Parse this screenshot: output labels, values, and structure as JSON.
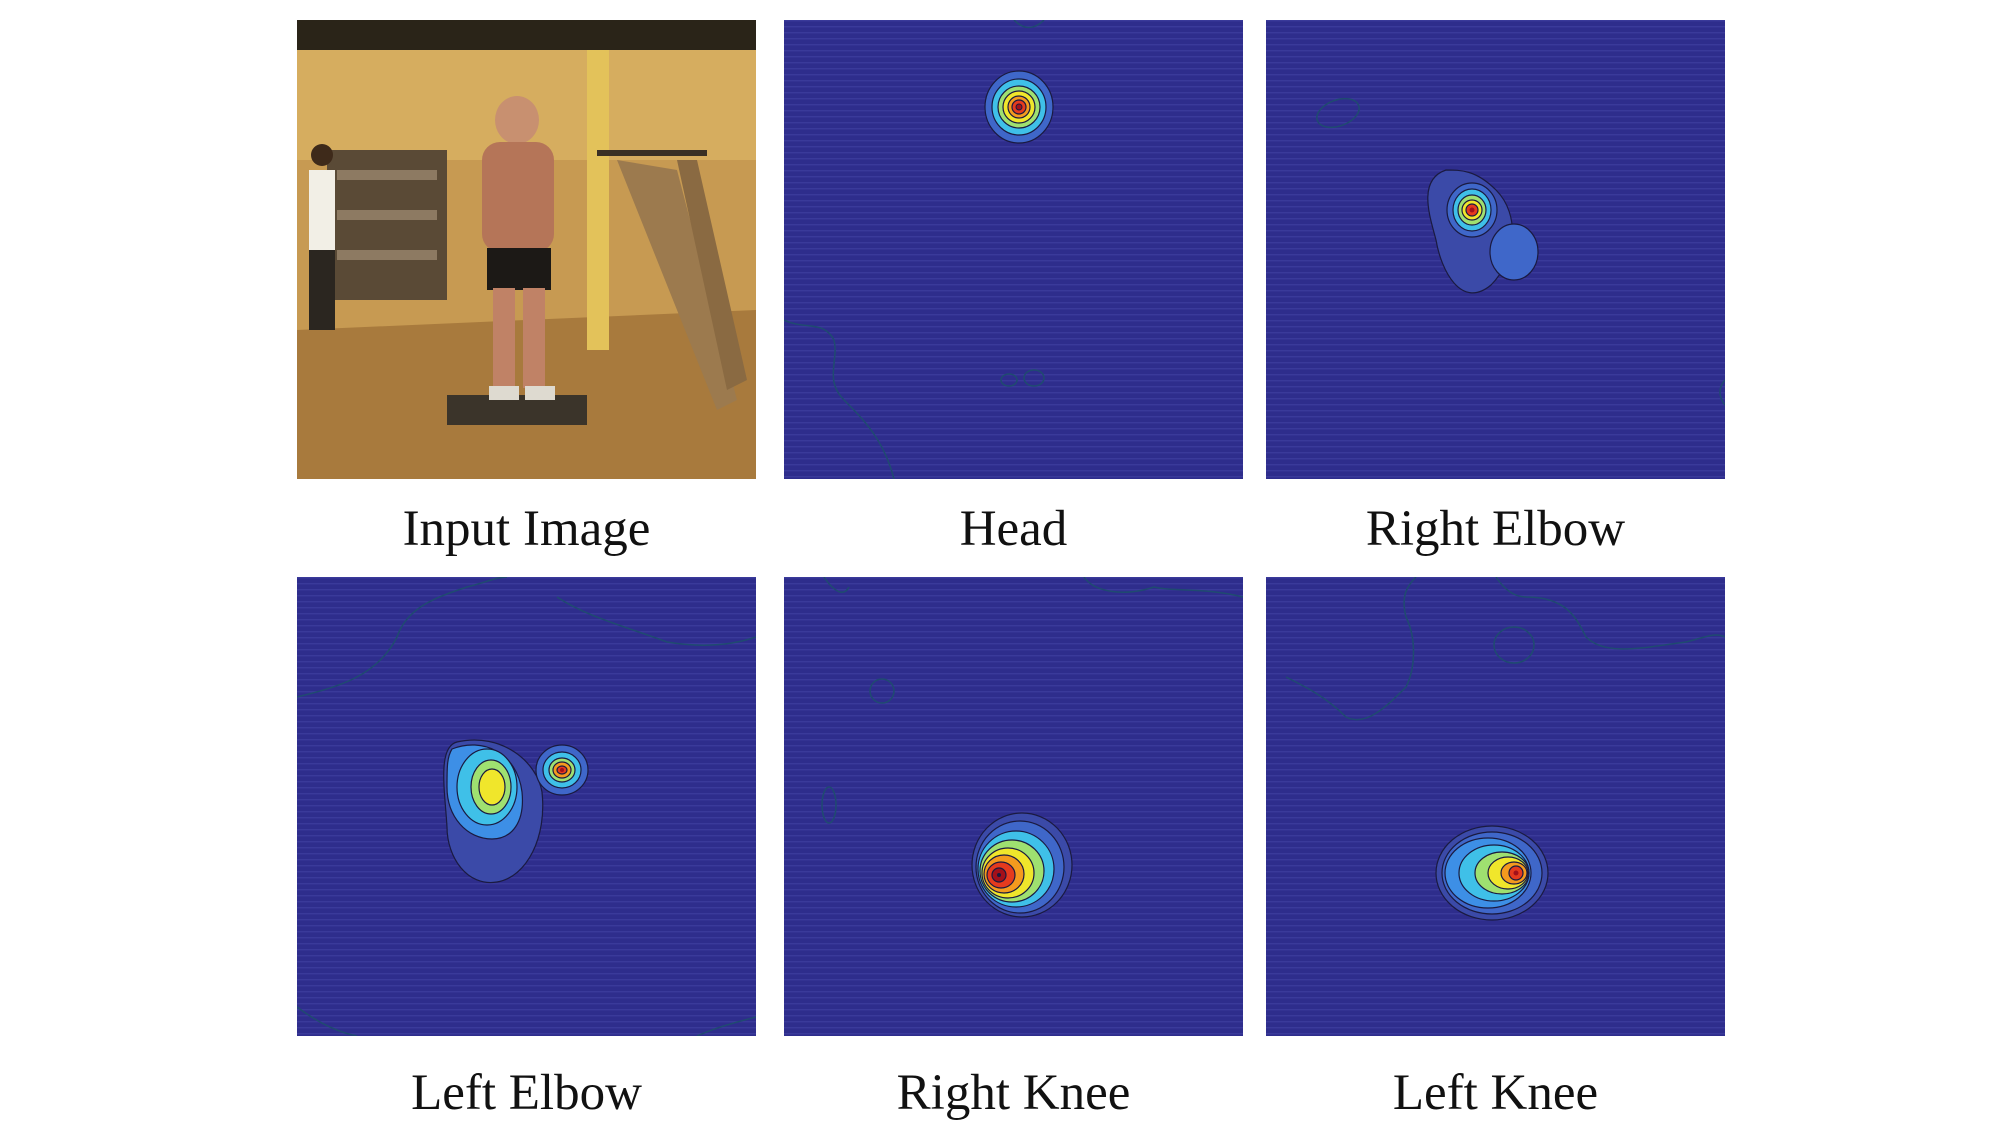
{
  "figure": {
    "panels": [
      {
        "caption": "Input Image",
        "kind": "photo"
      },
      {
        "caption": "Head",
        "kind": "heatmap"
      },
      {
        "caption": "Right Elbow",
        "kind": "heatmap"
      },
      {
        "caption": "Left Elbow",
        "kind": "heatmap"
      },
      {
        "caption": "Right Knee",
        "kind": "heatmap"
      },
      {
        "caption": "Left Knee",
        "kind": "heatmap"
      }
    ],
    "colors": {
      "heatmap_background": "#2e2d8c",
      "stripe": "#3a3a9a",
      "contour_levels": [
        "#3b4aa8",
        "#3f67c9",
        "#3d8fe6",
        "#3fc0e8",
        "#9fe070",
        "#f0e62b",
        "#f49a1e",
        "#e53a1e",
        "#a3101a"
      ]
    }
  }
}
